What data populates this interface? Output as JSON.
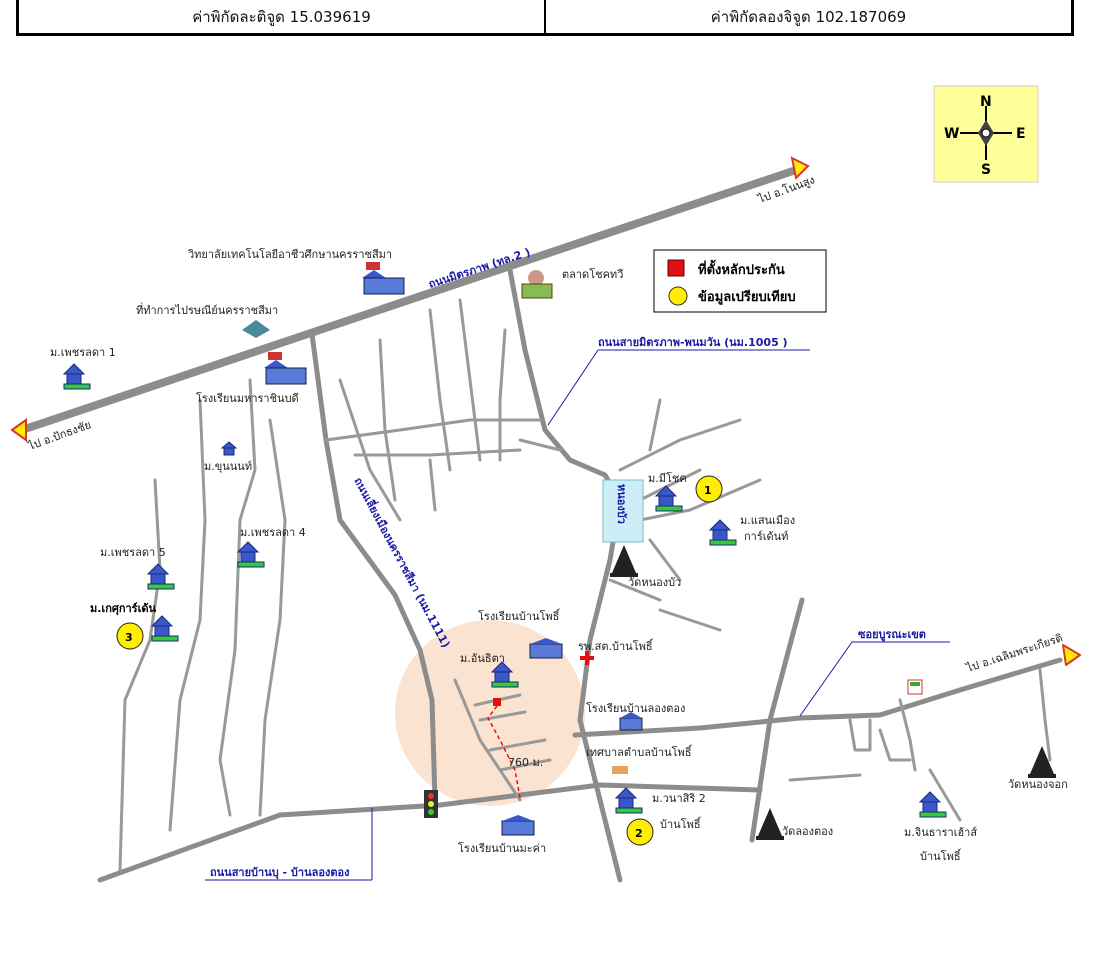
{
  "header": {
    "latitude": "ค่าพิกัดละติจูด 15.039619",
    "longitude": "ค่าพิกัดลองจิจูด 102.187069"
  },
  "compass": {
    "n": "N",
    "s": "S",
    "e": "E",
    "w": "W"
  },
  "legend": {
    "collateral": "ที่ตั้งหลักประกัน",
    "comparable": "ข้อมูลเปรียบเทียบ",
    "collateral_color": "#e01010",
    "comparable_color": "#ffee00"
  },
  "roads": {
    "mittraphap": "ถนนมิตรภาพ (ทล.2 )",
    "mittraphap_phanomwan": "ถนนสายมิตรภาพ-พนมวัน (นม.1005 )",
    "bypass": "ถนนเลี่ยงเมืองนครราชสีมา (นม.1111)",
    "ban_bu": "ถนนสายบ้านบุ - บ้านลองตอง",
    "soi_buranakhet": "ซอยบูรณะเขต"
  },
  "directions": {
    "noen_sung": "ไป อ.โนนสูง",
    "pak_thong_chai": "ไป อ.ปักธงชัย",
    "chaloem_phra_kiat": "ไป อ.เฉลิมพระเกียรติ"
  },
  "places": {
    "college": "วิทยาลัยเทคโนโลยีอาชีวศึกษานครราชสีมา",
    "post_office": "ที่ทำการไปรษณีย์นครราชสีมา",
    "market": "ตลาดโชคทวี",
    "phetlada1": "ม.เพชรลดา 1",
    "school_mahasarakham": "โรงเรียนมหาราชินบดี",
    "khunnanth": "ม.ขุนนนท์",
    "phetlada4": "ม.เพชรลดา 4",
    "phetlada5": "ม.เพชรลดา 5",
    "kasetgarden": "ม.เกศุการ์เด้น",
    "michok": "ม.มีโชค",
    "nong_bua_pond": "หนองบัว",
    "sanmuang": "ม.แสนเมือง",
    "sanmuang2": "การ์เด้นท์",
    "wat_nong_bua": "วัดหนองบัว",
    "school_ban_pho": "โรงเรียนบ้านโพธิ์",
    "hospital": "รพ.สต.บ้านโพธิ์",
    "anthita": "ม.อันธิตา",
    "school_long_tong": "โรงเรียนบ้านลองตอง",
    "municipality": "เทศบาลตำบลบ้านโพธิ์",
    "distance": "760 ม.",
    "wanasiri": "ม.วนาสิริ 2",
    "wanasiri2": "บ้านโพธิ์",
    "wat_long_tong": "วัดลองตอง",
    "school_makha": "โรงเรียนบ้านมะค่า",
    "jintarawan": "ม.จินธาราเฮ้าส์",
    "jintarawan2": "บ้านโพธิ์",
    "wat_nong_jok": "วัดหนองจอก"
  },
  "markers": {
    "m1": "1",
    "m2": "2",
    "m3": "3"
  }
}
